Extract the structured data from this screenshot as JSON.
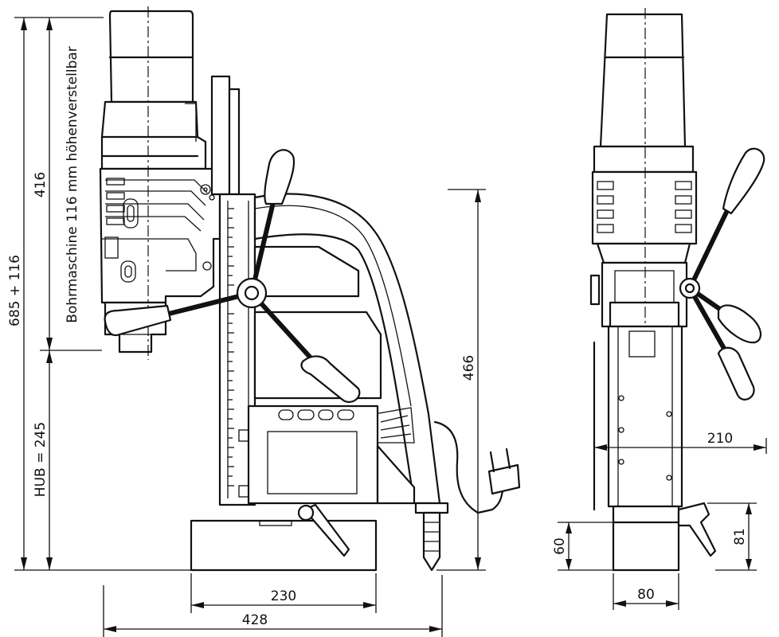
{
  "dimensions": {
    "overall_height": "685 + 116",
    "drill_height": "416",
    "drill_note": "Bohrmaschine 116 mm höhenverstellbar",
    "stroke": "HUB = 245",
    "column_height": "466",
    "base_length": "230",
    "overall_length": "428",
    "side_width": "210",
    "base_width": "80",
    "base_height": "60",
    "lever_height": "81"
  }
}
